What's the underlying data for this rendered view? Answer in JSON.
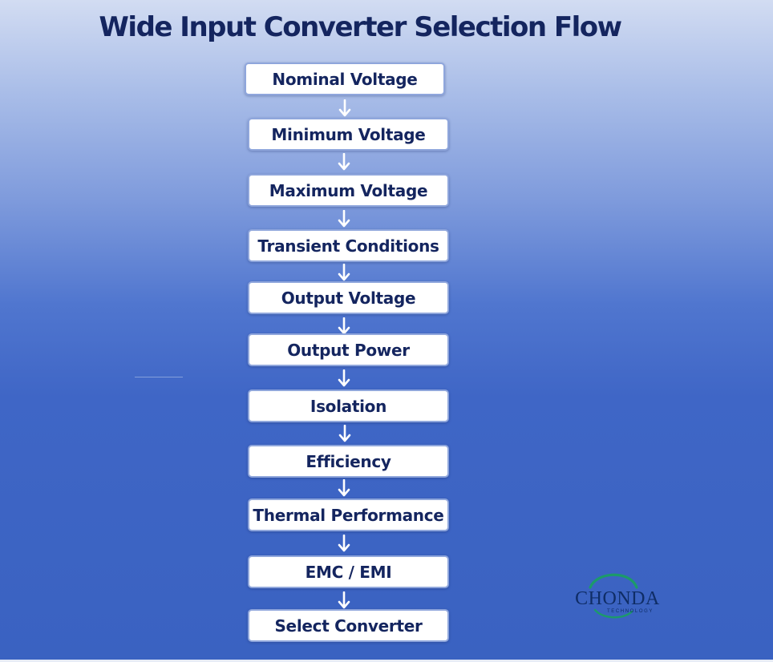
{
  "title": "Wide Input Converter Selection Flow",
  "steps": [
    "Nominal Voltage",
    "Minimum Voltage",
    "Maximum Voltage",
    "Transient Conditions",
    "Output Voltage",
    "Output Power",
    "Isolation",
    "Efficiency",
    "Thermal Performance",
    "EMC / EMI",
    "Select Converter"
  ],
  "logo": {
    "name": "CHONDA",
    "tagline": "TECHNOLOGY",
    "colors": {
      "text": "#0f2d66",
      "ring": "#1c9a6a"
    }
  },
  "colors": {
    "title": "#14255f",
    "box_text": "#14255f",
    "box_fill": "#ffffff",
    "arrow": "#ffffff"
  }
}
